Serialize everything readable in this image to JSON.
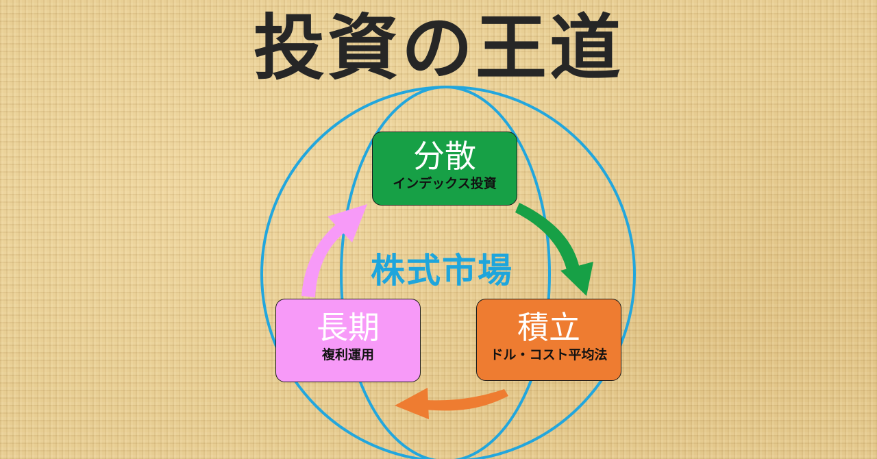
{
  "title": "投資の王道",
  "center_label": "株式市場",
  "colors": {
    "globe_line": "#22a6dd",
    "diversify": "#17a046",
    "accumulate": "#ee7c31",
    "longterm": "#f79af8",
    "title_text": "#262626"
  },
  "boxes": {
    "diversify": {
      "main": "分散",
      "sub": "インデックス投資"
    },
    "accumulate": {
      "main": "積立",
      "sub": "ドル・コスト平均法"
    },
    "longterm": {
      "main": "長期",
      "sub": "複利運用"
    }
  },
  "cycle": [
    "分散",
    "積立",
    "長期"
  ]
}
